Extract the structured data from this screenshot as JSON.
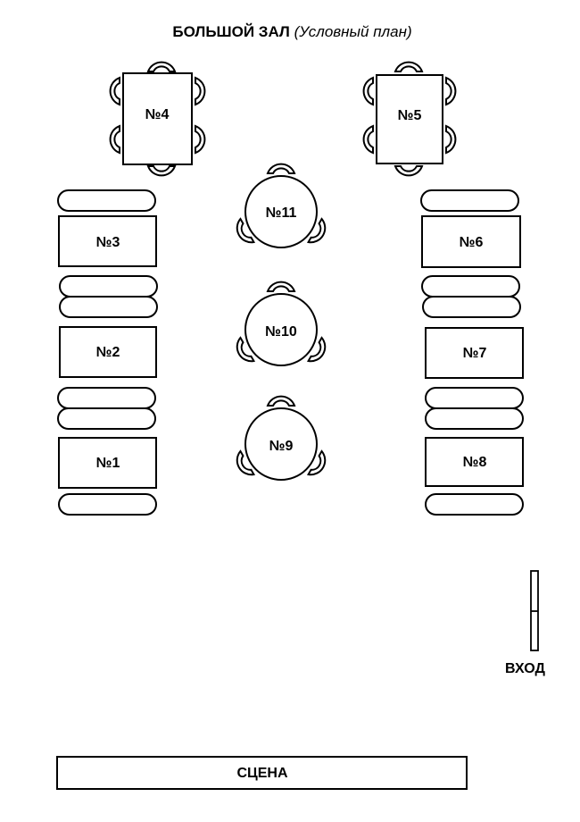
{
  "title": {
    "main": "БОЛЬШОЙ ЗАЛ",
    "sub": "(Условный план)"
  },
  "tables": {
    "t1": "№1",
    "t2": "№2",
    "t3": "№3",
    "t4": "№4",
    "t5": "№5",
    "t6": "№6",
    "t7": "№7",
    "t8": "№8",
    "t9": "№9",
    "t10": "№10",
    "t11": "№11"
  },
  "entrance": "ВХОД",
  "stage": "СЦЕНА"
}
